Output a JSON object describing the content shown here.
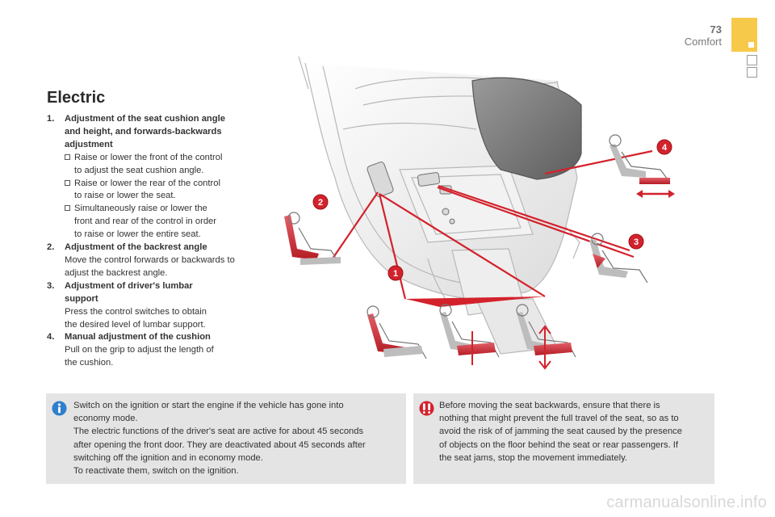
{
  "header": {
    "page_number": "73",
    "chapter": "Comfort"
  },
  "heading": "Electric",
  "items": [
    {
      "num": "1.",
      "title_lines": [
        "Adjustment of the seat cushion angle",
        "and height, and forwards-backwards",
        "adjustment"
      ],
      "bullets": [
        [
          "Raise or lower the front of the control",
          "to adjust the seat cushion angle."
        ],
        [
          "Raise or lower the rear of the control",
          "to raise or lower the seat."
        ],
        [
          "Simultaneously raise or lower the",
          "front and rear of the control in order",
          "to raise or lower the entire seat."
        ]
      ]
    },
    {
      "num": "2.",
      "title_lines": [
        "Adjustment of the backrest angle"
      ],
      "body_lines": [
        "Move the control forwards or backwards to",
        "adjust the backrest angle."
      ]
    },
    {
      "num": "3.",
      "title_lines": [
        "Adjustment of driver's lumbar",
        "support"
      ],
      "body_lines": [
        "Press the control switches to obtain",
        "the desired level of lumbar support."
      ]
    },
    {
      "num": "4.",
      "title_lines": [
        "Manual adjustment of the cushion"
      ],
      "body_lines": [
        "Pull on the grip to adjust the length of",
        "the cushion."
      ]
    }
  ],
  "callouts": [
    "1",
    "2",
    "3",
    "4"
  ],
  "info_note": {
    "icon": "info-icon",
    "lines": [
      "Switch on the ignition or start the engine if the vehicle has gone into",
      "economy mode.",
      "The electric functions of the driver's seat are active for about 45 seconds",
      "after opening the front door. They are deactivated about 45 seconds after",
      "switching off the ignition and in economy mode.",
      "To reactivate them, switch on the ignition."
    ]
  },
  "warning_note": {
    "icon": "warning-icon",
    "lines": [
      "Before moving the seat backwards, ensure that there is",
      "nothing that might prevent the full travel of the seat, so as to",
      "avoid the risk of of jamming the seat caused by the presence",
      "of objects on the floor behind the seat or rear passengers. If",
      "the seat jams, stop the movement immediately."
    ]
  },
  "watermark": "carmanualsonline.info",
  "colors": {
    "accent_red": "#d3222c",
    "tab_yellow": "#f7c94a",
    "note_gray": "#e4e4e4"
  }
}
